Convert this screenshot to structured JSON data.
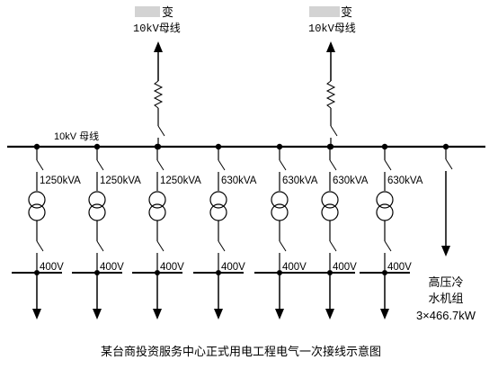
{
  "top_feeders": [
    {
      "source_suffix": "变",
      "bus_label": "10kV母线"
    },
    {
      "source_suffix": "变",
      "bus_label": "10kV母线"
    }
  ],
  "bus_label": "10kV 母线",
  "transformers": [
    {
      "capacity": "1250kVA",
      "lv_voltage": "400V"
    },
    {
      "capacity": "1250kVA",
      "lv_voltage": "400V"
    },
    {
      "capacity": "1250kVA",
      "lv_voltage": "400V"
    },
    {
      "capacity": "630kVA",
      "lv_voltage": "400V"
    },
    {
      "capacity": "630kVA",
      "lv_voltage": "400V"
    },
    {
      "capacity": "630kVA",
      "lv_voltage": "400V"
    },
    {
      "capacity": "630kVA",
      "lv_voltage": "400V"
    }
  ],
  "chiller": {
    "line1": "高压冷",
    "line2": "水机组",
    "line3": "3×466.7kW"
  },
  "caption": "某台商投资服务中心正式用电工程电气一次接线示意图",
  "colors": {
    "line": "#000000",
    "redacted": "#c8c8c8",
    "background": "#ffffff"
  }
}
